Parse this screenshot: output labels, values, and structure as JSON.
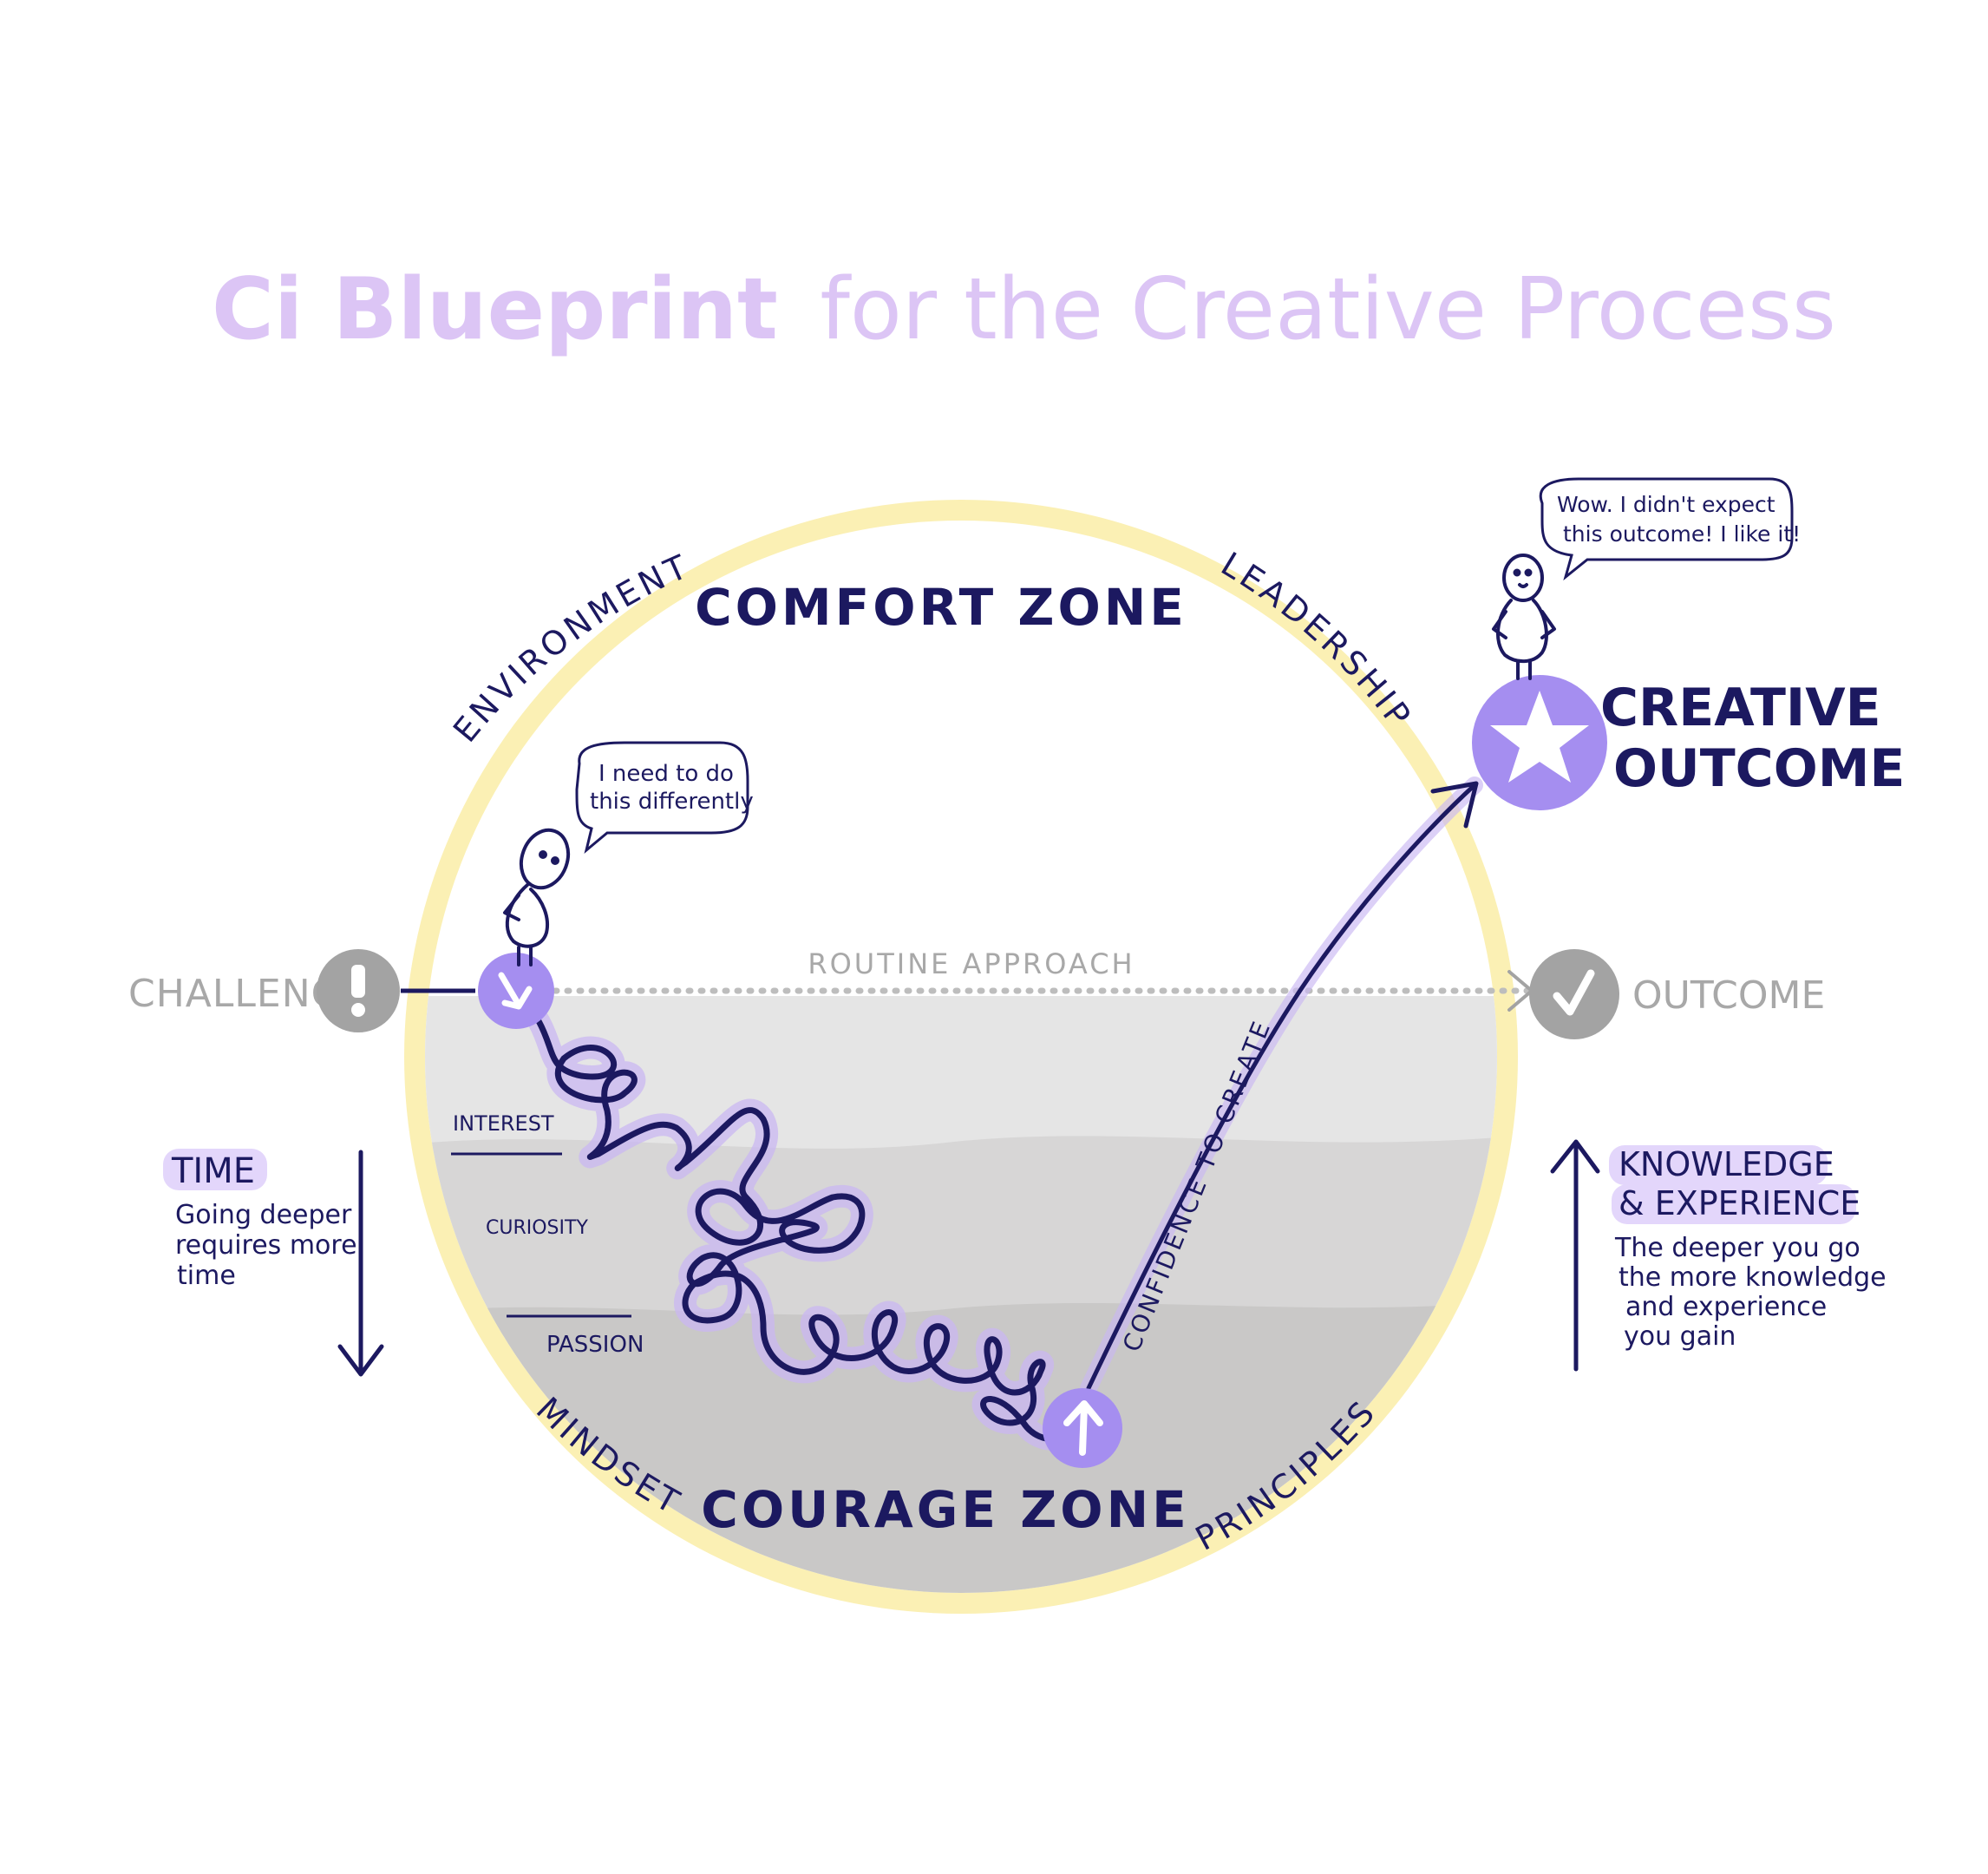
{
  "title": {
    "bold": "Ci Blueprint",
    "regular": "for the Creative Process"
  },
  "colors": {
    "title": "#dcc5f5",
    "ring": "#fbf0b4",
    "ink": "#1c1960",
    "accent": "#a58ef0",
    "gray_text": "#a8a8a8",
    "gray_node": "#a3a3a3",
    "layer_top": "#e5e5e5",
    "layer_mid": "#d7d6d6",
    "layer_bottom": "#c9c8c7",
    "highlight": "#e3d6fb"
  },
  "ring": {
    "top": "COMFORT ZONE",
    "bottom": "COURAGE ZONE",
    "top_left": "ENVIRONMENT",
    "top_right": "LEADERSHIP",
    "bottom_left": "MINDSET",
    "bottom_right": "PRINCIPLES"
  },
  "path": {
    "start": "CHALLENGE",
    "routine": "ROUTINE APPROACH",
    "end": "OUTCOME",
    "confidence": "CONFIDENCE TO CREATE"
  },
  "outcome": {
    "line1": "CREATIVE",
    "line2": "OUTCOME"
  },
  "depth_labels": [
    "INTEREST",
    "CURIOSITY",
    "PASSION"
  ],
  "speech": {
    "left_line1": "I need to do",
    "left_line2": "this differently",
    "right_line1": "Wow. I didn't expect",
    "right_line2": "this outcome! I like it!"
  },
  "time": {
    "heading": "TIME",
    "lines": [
      "Going deeper",
      "requires more",
      "time"
    ]
  },
  "knowledge": {
    "heading1": "KNOWLEDGE",
    "heading2": "& EXPERIENCE",
    "lines": [
      "The deeper you go",
      "the more knowledge",
      "and experience",
      "you gain"
    ]
  },
  "icons": {
    "challenge": "exclamation-icon",
    "outcome": "check-icon",
    "creative": "star-icon",
    "start_node": "arrow-down-right-icon",
    "end_node": "arrow-up-icon"
  }
}
